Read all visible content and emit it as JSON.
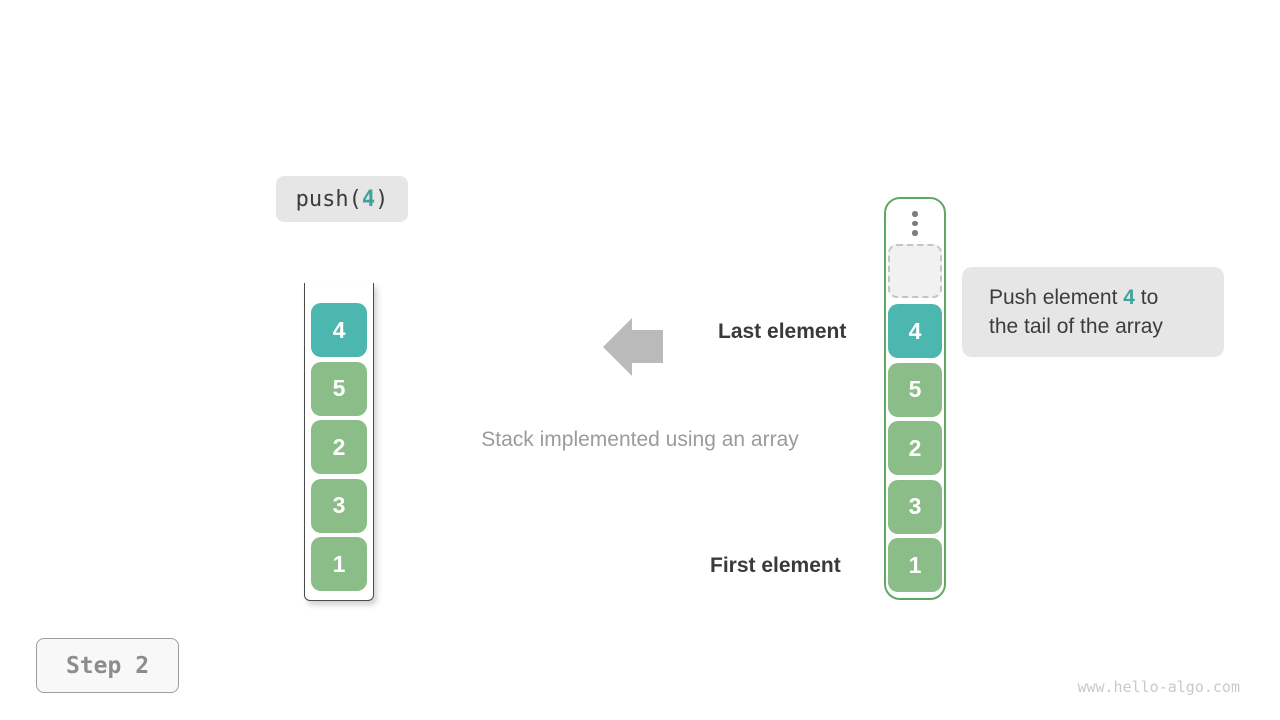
{
  "palette": {
    "teal": "#4cb7ae",
    "teal_text": "#3da49b",
    "green": "#8abd87",
    "green_border": "#5fa862",
    "label_bg": "#e6e6e6",
    "dark_text": "#3c3c3c",
    "gray_text": "#9b9b9b",
    "arrow_gray": "#bababa",
    "step_text": "#8c8c8c",
    "watermark_text": "#c9c9c9"
  },
  "operation_label": {
    "prefix": "push(",
    "argument": "4",
    "suffix": ")"
  },
  "stacks": {
    "left": {
      "items": [
        {
          "value": "4",
          "type": "new"
        },
        {
          "value": "5",
          "type": "base"
        },
        {
          "value": "2",
          "type": "base"
        },
        {
          "value": "3",
          "type": "base"
        },
        {
          "value": "1",
          "type": "base"
        }
      ]
    },
    "right": {
      "items": [
        {
          "value": "4",
          "type": "new"
        },
        {
          "value": "5",
          "type": "base"
        },
        {
          "value": "2",
          "type": "base"
        },
        {
          "value": "3",
          "type": "base"
        },
        {
          "value": "1",
          "type": "base"
        }
      ]
    }
  },
  "annotations": {
    "last_element": "Last element",
    "first_element": "First element",
    "caption": "Stack implemented using an array"
  },
  "tooltip": {
    "text_before": "Push element ",
    "highlight": "4",
    "text_after": " to",
    "line2": "the tail of the array"
  },
  "icons": {
    "ellipsis": "vertical-ellipsis",
    "arrow_direction": "left"
  },
  "step_badge": "Step 2",
  "watermark": "www.hello-algo.com"
}
